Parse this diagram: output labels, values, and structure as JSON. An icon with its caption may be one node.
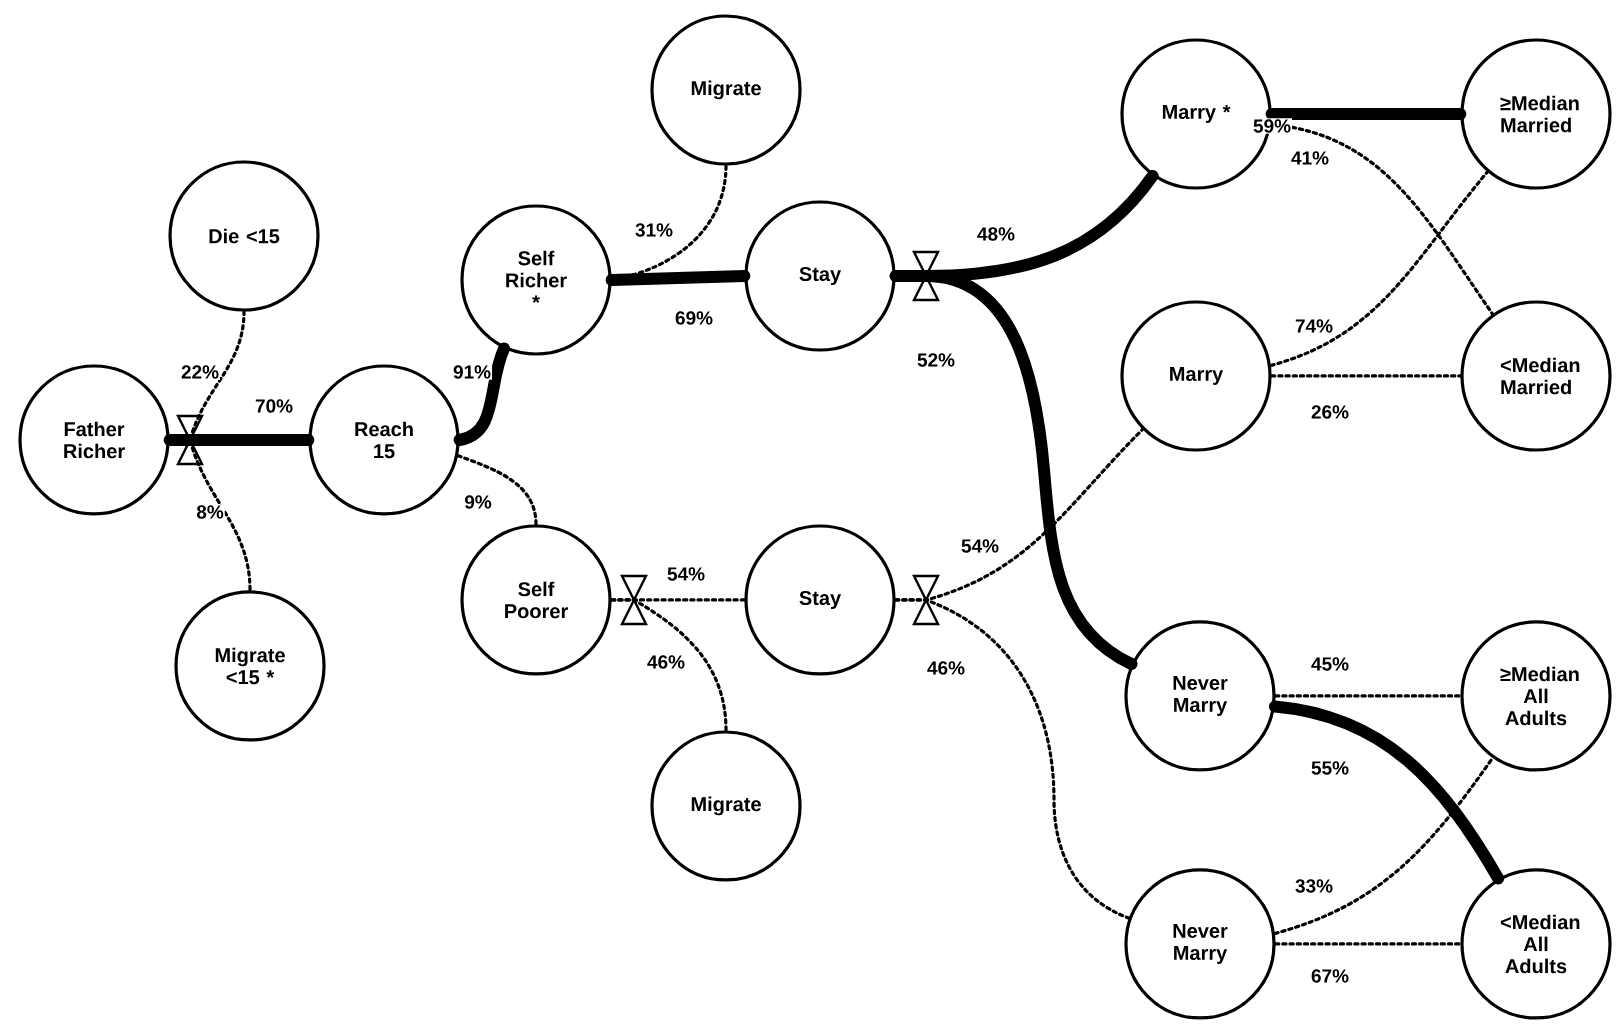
{
  "diagram": {
    "nodes": [
      {
        "text": [
          "Father Richer"
        ]
      },
      {
        "text": [
          "Die <15"
        ]
      },
      {
        "text": [
          "Migrate <15 *"
        ]
      },
      {
        "text": [
          "Reach 15"
        ]
      },
      {
        "text": [
          "Self Richer *"
        ]
      },
      {
        "text": [
          "Self Poorer"
        ]
      },
      {
        "text": [
          "Migrate"
        ]
      },
      {
        "text": [
          "Stay"
        ]
      },
      {
        "text": [
          "Stay"
        ]
      },
      {
        "text": [
          "Migrate"
        ]
      },
      {
        "text": [
          "Marry *"
        ]
      },
      {
        "text": [
          "Marry"
        ]
      },
      {
        "text": [
          "Never Marry"
        ]
      },
      {
        "text": [
          "Never Marry"
        ]
      },
      {
        "text": [
          "≥Median Married"
        ]
      },
      {
        "text": [
          "<Median Married"
        ]
      },
      {
        "text": [
          "≥Median All Adults"
        ]
      },
      {
        "text": [
          "<Median All Adults"
        ]
      }
    ],
    "edges": [
      {
        "from": 0,
        "to": 1,
        "arrow": "none",
        "label": "22%",
        "style": "dashed"
      },
      {
        "from": 0,
        "to": 3,
        "arrow": "none",
        "label": "70%",
        "style": "thick"
      },
      {
        "from": 0,
        "to": 2,
        "arrow": "none",
        "label": "8%",
        "style": "dashed"
      },
      {
        "from": 3,
        "to": 4,
        "arrow": "none",
        "label": "91%",
        "style": "thick"
      },
      {
        "from": 3,
        "to": 5,
        "arrow": "none",
        "label": "9%",
        "style": "dashed"
      },
      {
        "from": 4,
        "to": 7,
        "arrow": "none",
        "label": "69%",
        "style": "thick"
      },
      {
        "from": 4,
        "to": 6,
        "arrow": "none",
        "label": "31%",
        "style": "dashed"
      },
      {
        "from": 7,
        "to": 10,
        "arrow": "none",
        "label": "48%",
        "style": "thick"
      },
      {
        "from": 7,
        "to": 12,
        "arrow": "none",
        "label": "52%",
        "style": "thick"
      },
      {
        "from": 10,
        "to": 14,
        "arrow": "none",
        "label": "59%",
        "style": "thick"
      },
      {
        "from": 10,
        "to": 15,
        "arrow": "none",
        "label": "41%",
        "style": "dashed"
      },
      {
        "from": 5,
        "to": 8,
        "arrow": "none",
        "label": "54%",
        "style": "dashed"
      },
      {
        "from": 5,
        "to": 9,
        "arrow": "none",
        "label": "46%",
        "style": "dashed"
      },
      {
        "from": 8,
        "to": 11,
        "arrow": "none",
        "label": "54%",
        "style": "dashed"
      },
      {
        "from": 8,
        "to": 13,
        "arrow": "none",
        "label": "46%",
        "style": "dashed"
      },
      {
        "from": 11,
        "to": 14,
        "arrow": "none",
        "label": "74%",
        "style": "dashed"
      },
      {
        "from": 11,
        "to": 15,
        "arrow": "none",
        "label": "26%",
        "style": "dashed"
      },
      {
        "from": 12,
        "to": 16,
        "arrow": "none",
        "label": "45%",
        "style": "dashed"
      },
      {
        "from": 12,
        "to": 17,
        "arrow": "none",
        "label": "55%",
        "style": "thick"
      },
      {
        "from": 13,
        "to": 16,
        "arrow": "none",
        "label": "33%",
        "style": "dashed"
      },
      {
        "from": 13,
        "to": 17,
        "arrow": "none",
        "label": "67%",
        "style": "dashed"
      }
    ]
  }
}
